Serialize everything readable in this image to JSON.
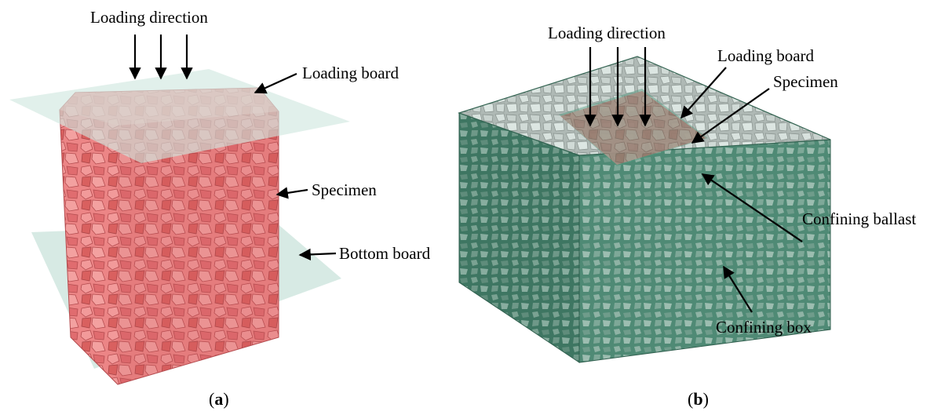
{
  "panel_a": {
    "labels": {
      "loading_direction": "Loading direction",
      "loading_board": "Loading board",
      "specimen": "Specimen",
      "bottom_board": "Bottom board"
    },
    "caption": {
      "open": "(",
      "letter": "a",
      "close": ")"
    }
  },
  "panel_b": {
    "labels": {
      "loading_direction": "Loading direction",
      "loading_board": "Loading board",
      "specimen": "Specimen",
      "confining_ballast": "Confining ballast",
      "confining_box": "Confining box"
    },
    "caption": {
      "open": "(",
      "letter": "b",
      "close": ")"
    }
  },
  "colors": {
    "specimen": "#e8787a",
    "specimen_dark": "#c65558",
    "board": "#cfe6df",
    "ballast": "#d9d9d9",
    "box": "#4f8a75",
    "box_dark": "#3a6e5c"
  }
}
